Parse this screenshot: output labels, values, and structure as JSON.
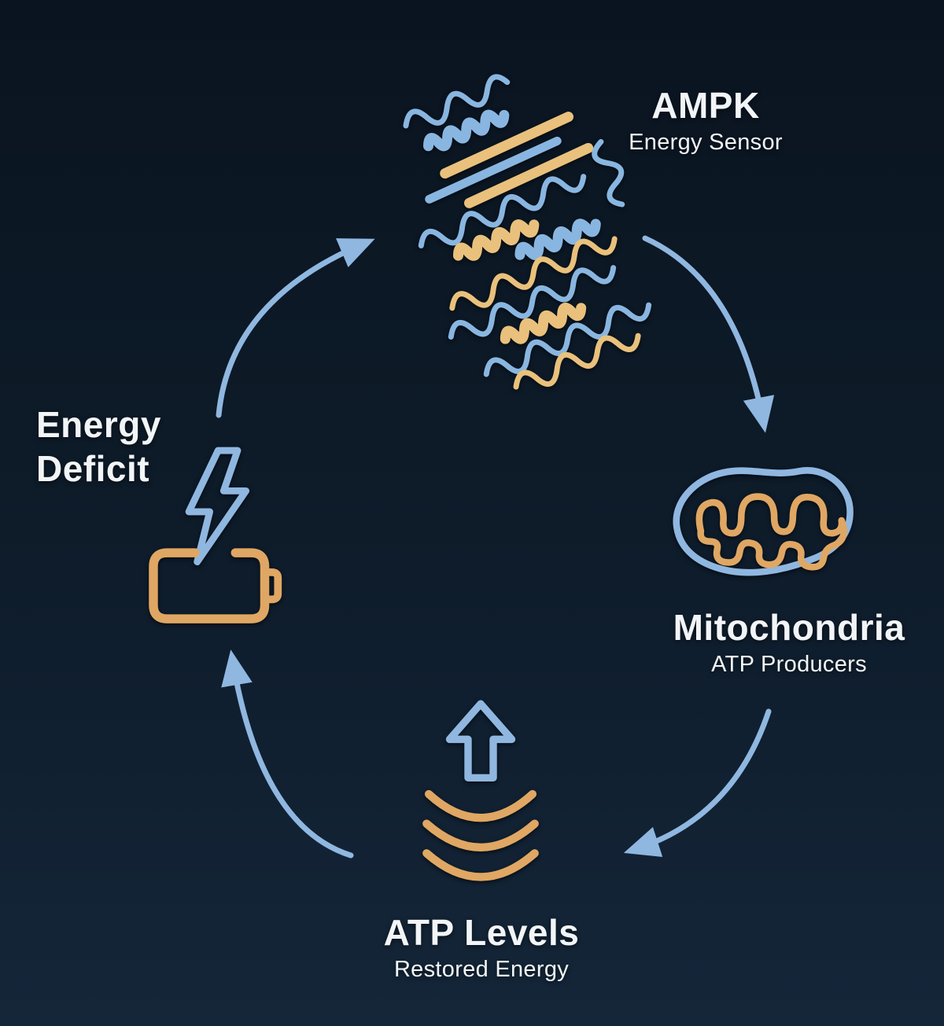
{
  "diagram": {
    "title_hidden": "AMPK energy feedback cycle",
    "nodes": {
      "ampk": {
        "label": "AMPK",
        "sublabel": "Energy Sensor",
        "icon": "protein-ribbon-icon"
      },
      "mitochondria": {
        "label": "Mitochondria",
        "sublabel": "ATP Producers",
        "icon": "mitochondria-icon"
      },
      "atp_levels": {
        "label": "ATP Levels",
        "sublabel": "Restored Energy",
        "icon": "rising-arrow-waves-icon"
      },
      "energy_deficit": {
        "label": "Energy Deficit",
        "icon": "empty-battery-lightning-icon"
      }
    },
    "arrows": [
      {
        "from": "energy_deficit",
        "to": "ampk"
      },
      {
        "from": "ampk",
        "to": "mitochondria"
      },
      {
        "from": "mitochondria",
        "to": "atp_levels"
      },
      {
        "from": "atp_levels",
        "to": "energy_deficit"
      }
    ],
    "colors": {
      "background_top": "#0a1420",
      "background_bottom": "#142639",
      "arrow_blue": "#8fb7e0",
      "protein_blue": "#89b6e0",
      "protein_gold": "#e9c17c",
      "accent_orange": "#dfa763",
      "text": "#f2f5f7"
    }
  }
}
